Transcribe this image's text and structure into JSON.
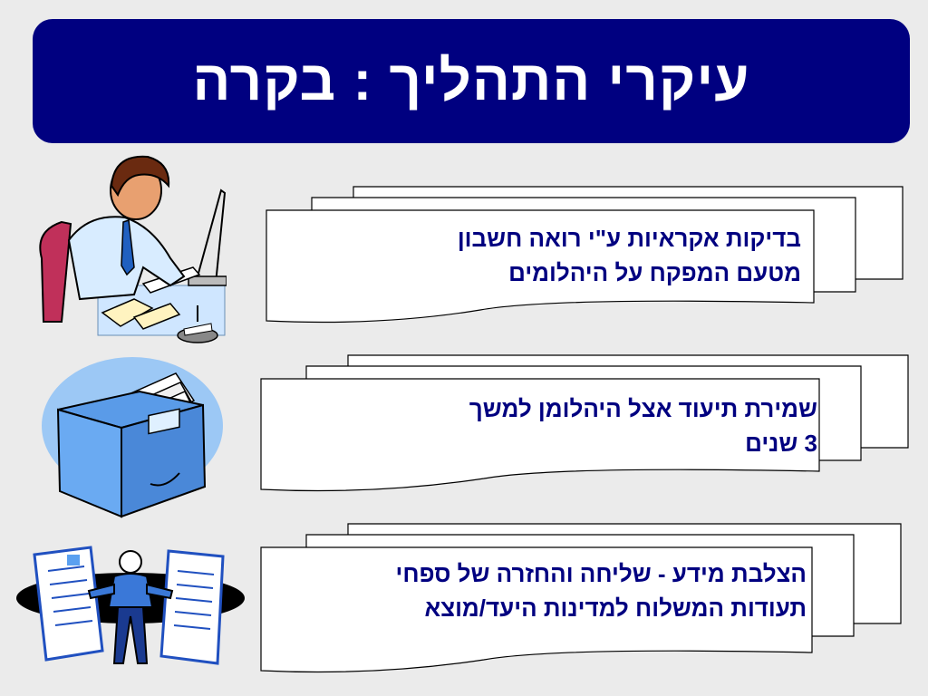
{
  "slide": {
    "title": "עיקרי התהליך : בקרה",
    "colors": {
      "title_bg": "#000080",
      "title_text": "#ffffff",
      "card_text": "#000080",
      "background": "#ebebeb"
    }
  },
  "items": [
    {
      "line1": "בדיקות אקראיות ע\"י רואה חשבון",
      "line2": "מטעם המפקח על היהלומים",
      "icon": "office-worker-at-computer-icon"
    },
    {
      "line1": "שמירת תיעוד אצל היהלומן למשך",
      "line2": "3 שנים",
      "icon": "file-drawer-icon"
    },
    {
      "line1": "הצלבת מידע - שליחה והחזרה של ספחי",
      "line2": "תעודות המשלוח למדינות היעד/מוצא",
      "icon": "document-exchange-icon"
    }
  ]
}
